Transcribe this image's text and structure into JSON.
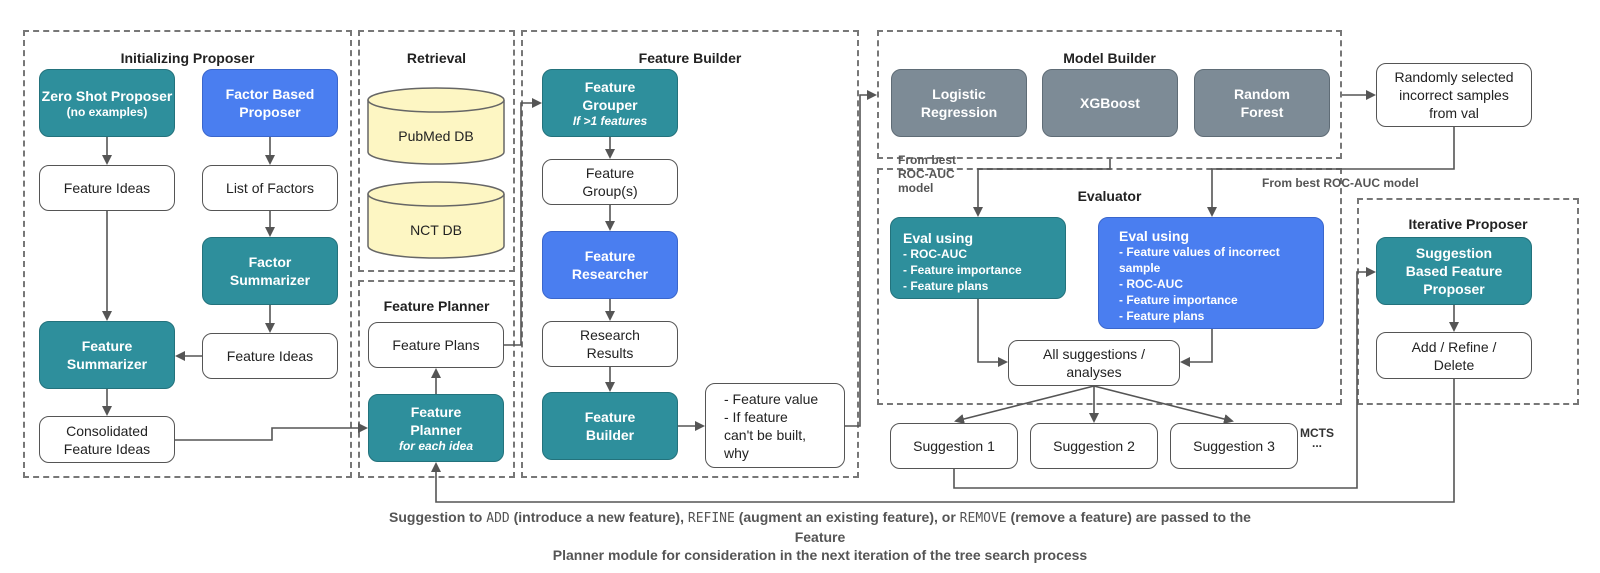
{
  "sections": {
    "initializing": "Initializing Proposer",
    "retrieval": "Retrieval",
    "feature_planner": "Feature Planner",
    "feature_builder": "Feature Builder",
    "model_builder": "Model Builder",
    "evaluator": "Evaluator",
    "iterative": "Iterative Proposer"
  },
  "nodes": {
    "zero_shot": {
      "title": "Zero Shot Proposer",
      "sub": "(no examples)"
    },
    "factor_based": {
      "title": "Factor Based Proposer"
    },
    "feature_ideas_1": "Feature Ideas",
    "list_factors": "List of Factors",
    "factor_summarizer": "Factor Summarizer",
    "feature_summarizer": "Feature Summarizer",
    "feature_ideas_2": "Feature Ideas",
    "consolidated": "Consolidated Feature Ideas",
    "pubmed": "PubMed DB",
    "nct": "NCT DB",
    "feature_plans": "Feature Plans",
    "feature_planner_node": {
      "title": "Feature Planner",
      "sub": "for each idea"
    },
    "feature_grouper": {
      "title": "Feature Grouper",
      "sub": "If >1 features"
    },
    "feature_groups": "Feature Group(s)",
    "feature_researcher": "Feature Researcher",
    "research_results": "Research Results",
    "feature_builder_node": "Feature Builder",
    "feature_value_note": [
      "- Feature value",
      "- If feature",
      "can't be built,",
      "why"
    ],
    "logistic": "Logistic Regression",
    "xgboost": "XGBoost",
    "random_forest": "Random Forest",
    "random_samples": "Randomly selected incorrect samples from val",
    "eval1": {
      "title": "Eval using",
      "items": [
        "- ROC-AUC",
        "- Feature importance",
        "- Feature plans"
      ]
    },
    "eval2": {
      "title": "Eval using",
      "items": [
        "- Feature values of incorrect",
        "sample",
        "- ROC-AUC",
        "- Feature importance",
        "- Feature plans"
      ]
    },
    "all_suggestions": "All suggestions / analyses",
    "suggestion1": "Suggestion 1",
    "suggestion2": "Suggestion 2",
    "suggestion3": "Suggestion 3",
    "mcts": "MCTS",
    "mcts_dots": "...",
    "suggestion_based": "Suggestion Based Feature Proposer",
    "add_refine": "Add / Refine / Delete"
  },
  "labels": {
    "from_best_left": [
      "From best",
      "ROC-AUC",
      "model"
    ],
    "from_best_right": "From best ROC-AUC model"
  },
  "caption": {
    "p1": "Suggestion to ",
    "add": "ADD",
    "p2": " (introduce a new feature), ",
    "refine": "REFINE",
    "p3": " (augment an existing feature), or ",
    "remove": "REMOVE",
    "p4": " (remove a feature) are passed to the Feature",
    "line2": "Planner module for consideration in the next iteration of the tree search process"
  },
  "colors": {
    "teal": "#2e8f9c",
    "blue": "#4a7ef0",
    "gray": "#7d8b96",
    "db_fill": "#fdf6c3"
  }
}
